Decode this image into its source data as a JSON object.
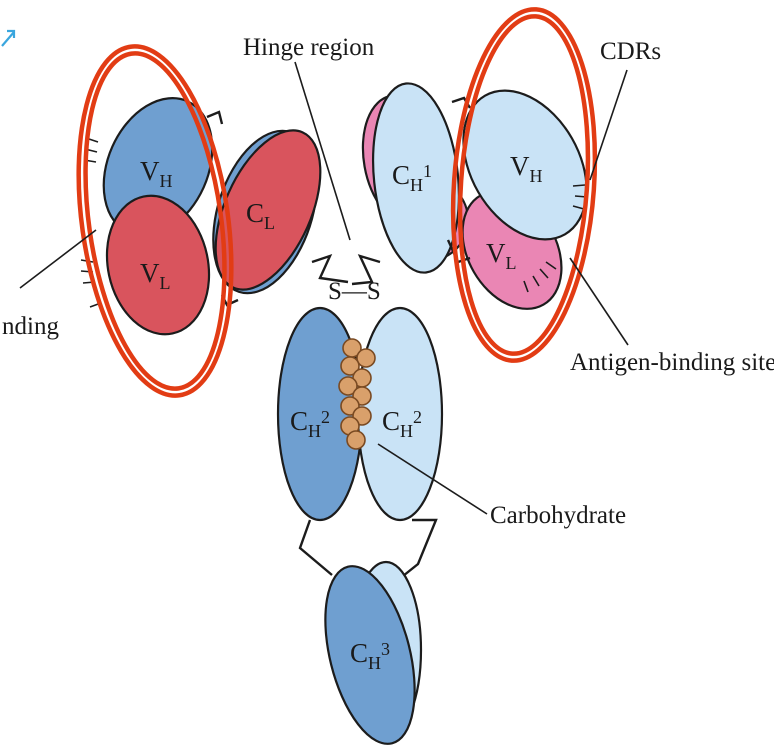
{
  "labels": {
    "hinge": "Hinge region",
    "cdrs": "CDRs",
    "antigen_site": "Antigen-binding site",
    "carbohydrate": "Carbohydrate",
    "left_cut": "nding",
    "disulfide": "S—S"
  },
  "domains": {
    "vh": {
      "main": "V",
      "sub": "H"
    },
    "vl": {
      "main": "V",
      "sub": "L"
    },
    "cl": {
      "main": "C",
      "sub": "L"
    },
    "ch1": {
      "main": "C",
      "sub": "H",
      "suffix": "1"
    },
    "ch2": {
      "main": "C",
      "sub": "H",
      "suffix": "2"
    },
    "ch3": {
      "main": "C",
      "sub": "H",
      "suffix": "3"
    }
  },
  "colors": {
    "heavy_dark": "#6f9fd0",
    "heavy_light": "#c9e3f6",
    "light_red": "#d9545d",
    "light_pink": "#ea86b4",
    "carbohydrate": "#d9a06b",
    "highlight": "#e23c14"
  }
}
